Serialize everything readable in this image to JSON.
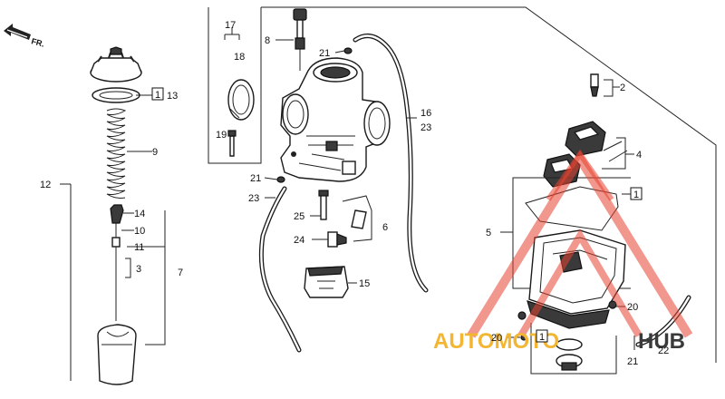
{
  "direction": {
    "label": "FR."
  },
  "callouts": {
    "n2": "2",
    "n3": "3",
    "n4": "4",
    "n5": "5",
    "n6": "6",
    "n7": "7",
    "n8": "8",
    "n9": "9",
    "n10": "10",
    "n11": "11",
    "n12": "12",
    "n13": "13",
    "n14": "14",
    "n15": "15",
    "n16": "16",
    "n17": "17",
    "n18": "18",
    "n19": "19",
    "n20a": "20",
    "n20b": "20",
    "n21a": "21",
    "n21b": "21",
    "n21c": "21",
    "n22": "22",
    "n23a": "23",
    "n23b": "23",
    "n24": "24",
    "n25": "25",
    "box1a": "1",
    "box1b": "1",
    "box1c": "1"
  },
  "watermark": {
    "part1": "AUTOMOTO",
    "part2": "HUB",
    "colors": {
      "accent": "#e8422f",
      "gold": "#f2b632",
      "dark": "#3a3a3a"
    }
  }
}
